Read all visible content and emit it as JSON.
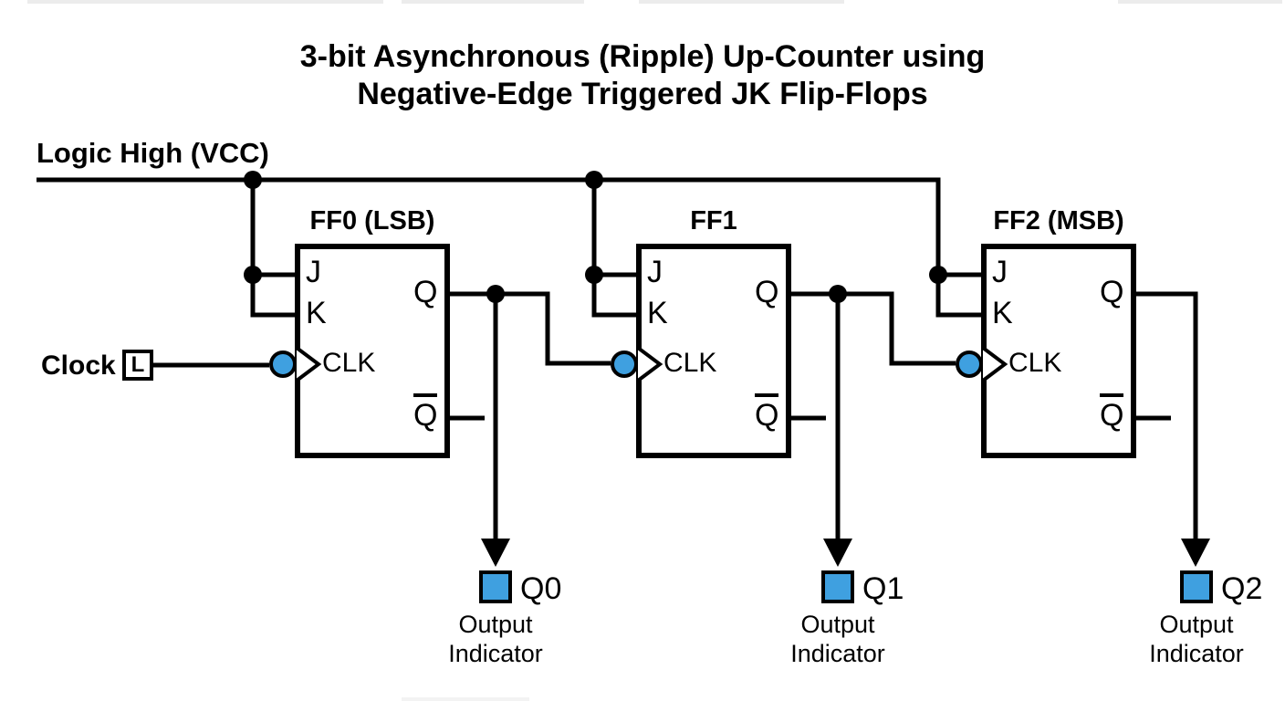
{
  "title": {
    "line1": "3-bit Asynchronous (Ripple) Up-Counter using",
    "line2": "Negative-Edge Triggered JK Flip-Flops"
  },
  "power_rail": {
    "label": "Logic High (VCC)"
  },
  "clock": {
    "label": "Clock",
    "state": "L"
  },
  "flip_flops": [
    {
      "id": "FF0",
      "label": "FF0 (LSB)",
      "pins": {
        "j": "J",
        "k": "K",
        "clk": "CLK",
        "q": "Q",
        "q_bar": "Q"
      }
    },
    {
      "id": "FF1",
      "label": "FF1",
      "pins": {
        "j": "J",
        "k": "K",
        "clk": "CLK",
        "q": "Q",
        "q_bar": "Q"
      }
    },
    {
      "id": "FF2",
      "label": "FF2 (MSB)",
      "pins": {
        "j": "J",
        "k": "K",
        "clk": "CLK",
        "q": "Q",
        "q_bar": "Q"
      }
    }
  ],
  "outputs": [
    {
      "bit": "Q0",
      "caption_line1": "Output",
      "caption_line2": "Indicator"
    },
    {
      "bit": "Q1",
      "caption_line1": "Output",
      "caption_line2": "Indicator"
    },
    {
      "bit": "Q2",
      "caption_line1": "Output",
      "caption_line2": "Indicator"
    }
  ],
  "colors": {
    "wire": "#000000",
    "indicator_blue": "#3FA0E0",
    "background": "#FFFFFF"
  }
}
